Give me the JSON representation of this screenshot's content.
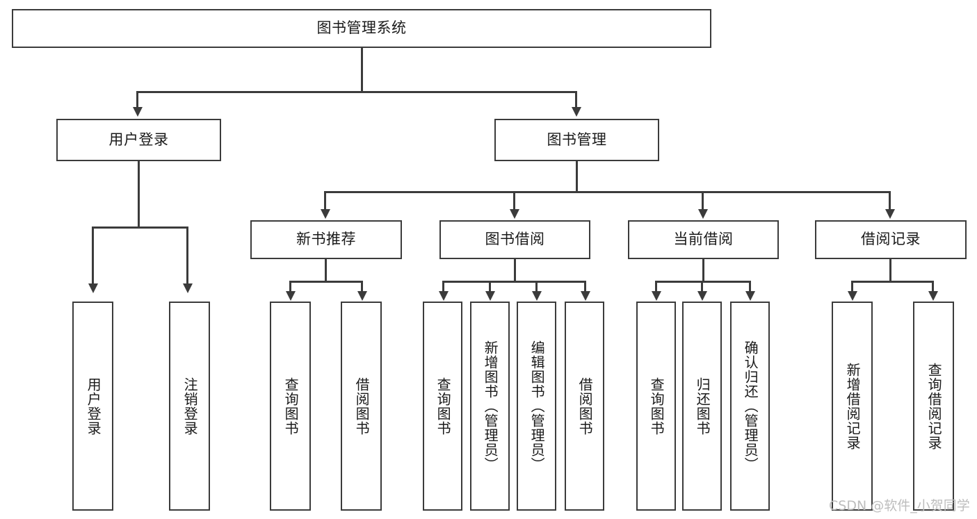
{
  "diagram": {
    "title": "图书管理系统",
    "watermark": "CSDN @软件_小贺同学",
    "colors": {
      "background": "#ffffff",
      "border": "#3b3b3b",
      "line": "#3b3b3b",
      "text": "#1a1a1a",
      "watermark": "#bdbdbd"
    },
    "nodes": {
      "root": "图书管理系统",
      "level1": {
        "user_login": "用户登录",
        "book_manage": "图书管理"
      },
      "level2": {
        "new_book_recommend": "新书推荐",
        "book_borrow": "图书借阅",
        "current_borrow": "当前借阅",
        "borrow_record": "借阅记录"
      },
      "level3": {
        "user_login_children": [
          "用户登录",
          "注销登录"
        ],
        "new_book_recommend_children": [
          "查询图书",
          "借阅图书"
        ],
        "book_borrow_children": [
          "查询图书",
          "新增图书（管理员）",
          "编辑图书（管理员）",
          "借阅图书"
        ],
        "current_borrow_children": [
          "查询图书",
          "归还图书",
          "确认归还（管理员）"
        ],
        "borrow_record_children": [
          "新增借阅记录",
          "查询借阅记录"
        ]
      }
    }
  }
}
